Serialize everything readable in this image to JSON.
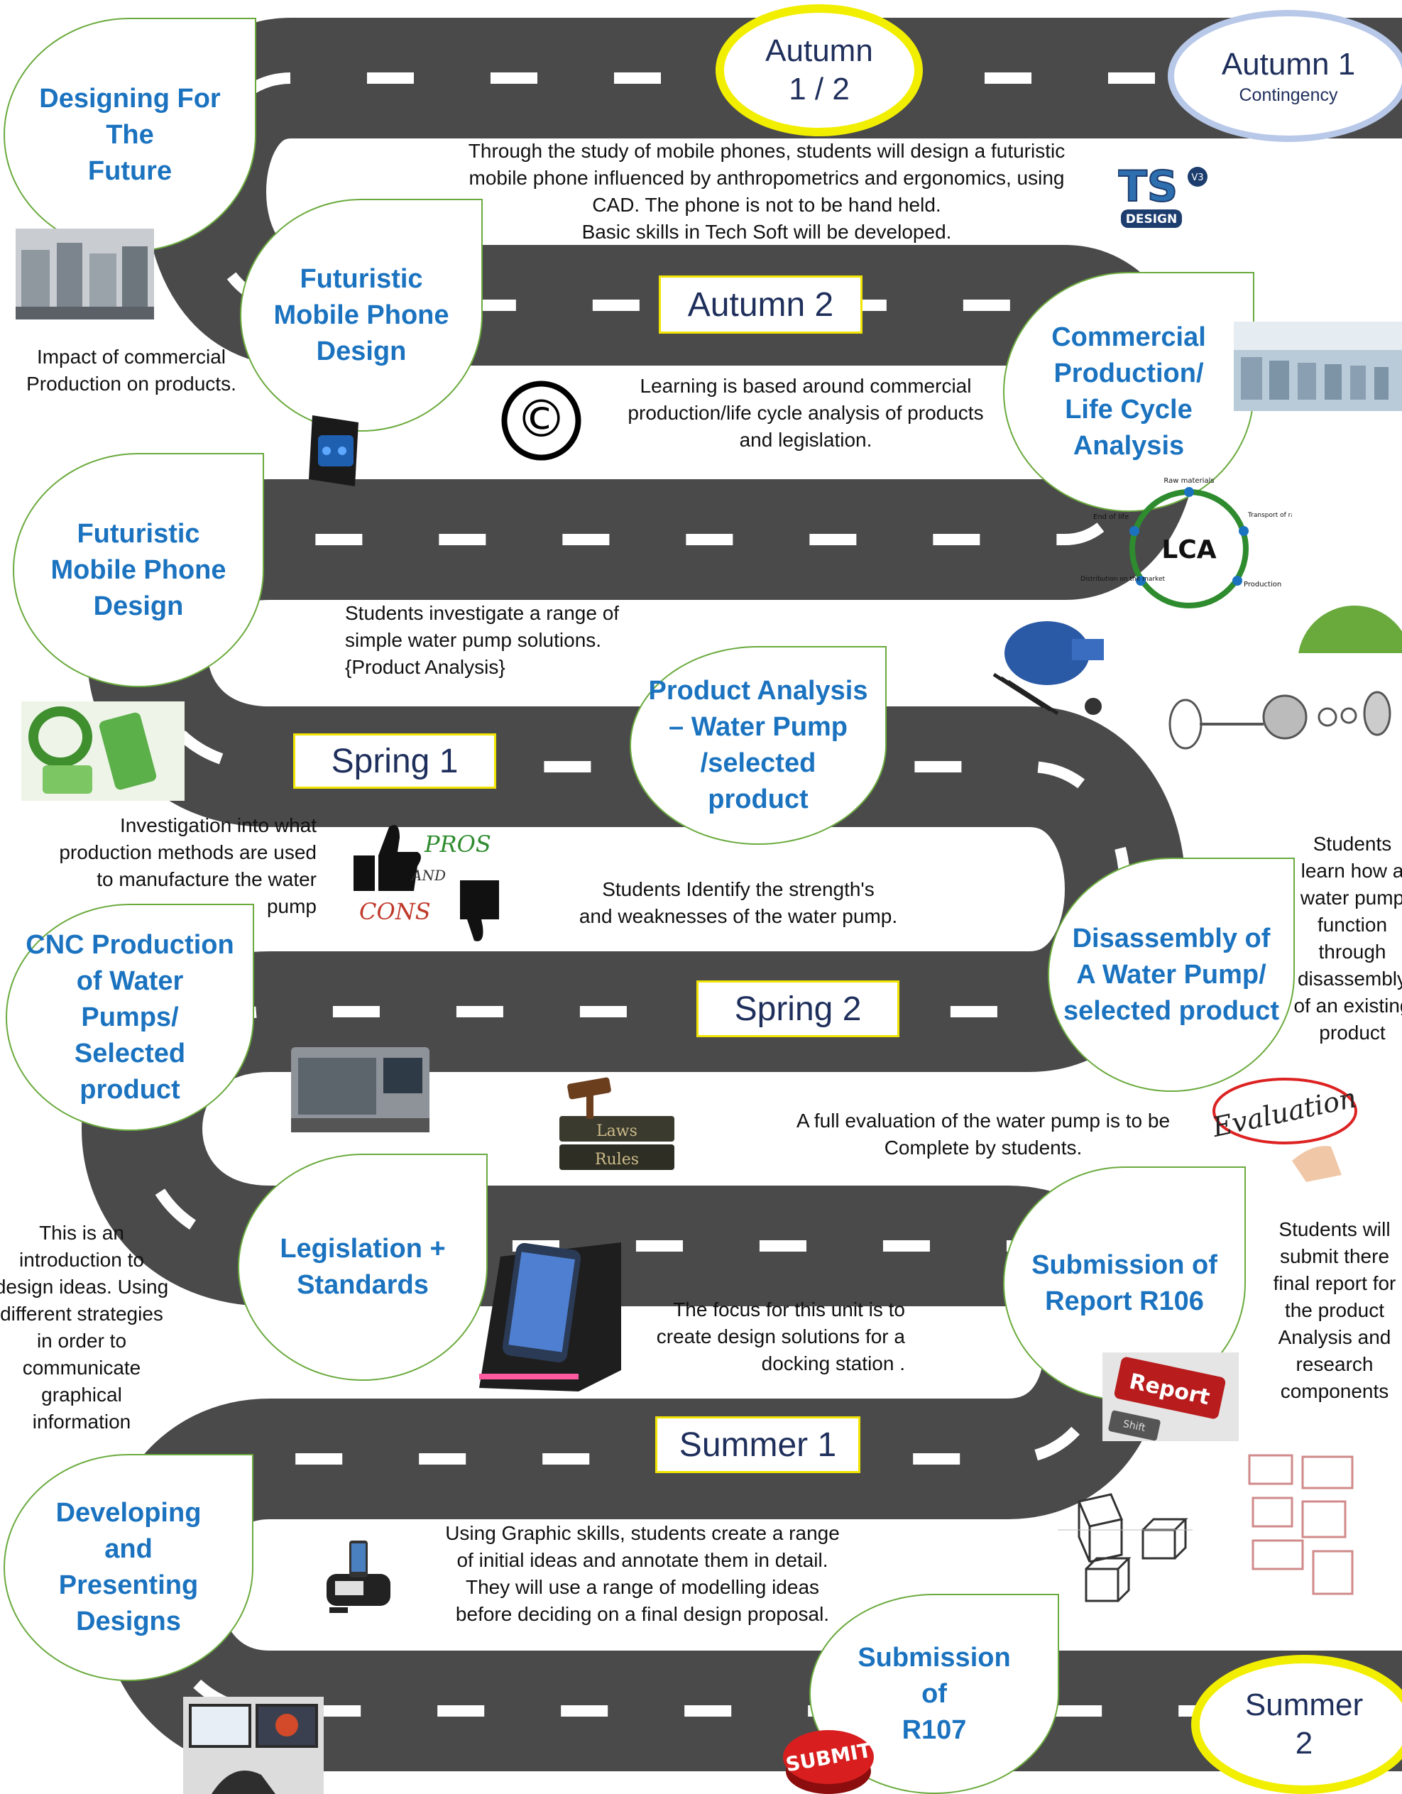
{
  "terms": {
    "autumn12": {
      "line1": "Autumn",
      "line2": "1 / 2"
    },
    "autumn1": {
      "title": "Autumn 1",
      "subtitle": "Contingency"
    },
    "autumn2": "Autumn 2",
    "spring1": "Spring 1",
    "spring2": "Spring 2",
    "summer1": "Summer 1",
    "summer2": {
      "line1": "Summer",
      "line2": "2"
    }
  },
  "units": {
    "designing_future": "Designing For The\nFuture",
    "futuristic_phone_1": "Futuristic\nMobile Phone\nDesign",
    "commercial_production": "Commercial\nProduction/\nLife Cycle\nAnalysis",
    "futuristic_phone_2": "Futuristic\nMobile Phone\nDesign",
    "product_analysis": "Product Analysis\n– Water Pump\n/selected\nproduct",
    "cnc_production": "CNC Production\nof Water\nPumps/\nSelected\nproduct",
    "disassembly": "Disassembly of\nA Water Pump/\nselected product",
    "legislation": "Legislation +\nStandards",
    "submission_r106": "Submission of\nReport R106",
    "developing_designs": "Developing\nand\nPresenting\nDesigns",
    "submission_r107": "Submission\nof\nR107"
  },
  "descriptions": {
    "autumn1_text": [
      "Through the study of mobile phones, students will design a futuristic",
      "mobile phone influenced by anthropometrics and ergonomics, using",
      "CAD. The phone is not to be hand held.",
      "Basic skills in Tech Soft will be developed."
    ],
    "impact_text": [
      "Impact of commercial",
      "Production on products."
    ],
    "commercial_text": [
      "Learning is based around commercial",
      "production/life cycle analysis of products",
      "and legislation."
    ],
    "water_pump_text": [
      "Students investigate a range of",
      "simple water pump solutions.",
      "{Product Analysis}"
    ],
    "production_methods_text": [
      "Investigation into what",
      "production methods are used",
      "to manufacture the water",
      "pump"
    ],
    "strengths_text": [
      "Students Identify the strength's",
      "and weaknesses of the water pump."
    ],
    "disassembly_text": [
      "Students",
      "learn how a",
      "water pump",
      "function",
      "through",
      "disassembly",
      "of an existing",
      "product"
    ],
    "evaluation_text": [
      "A full evaluation of the water pump is to be",
      "Complete by students."
    ],
    "intro_design_text": [
      "This is an",
      "introduction to",
      "design ideas. Using",
      "different strategies",
      "in order to",
      "communicate",
      "graphical",
      "information"
    ],
    "docking_text": [
      "The focus for this unit is to",
      "create design solutions for a",
      "docking station ."
    ],
    "report_text": [
      "Students will",
      "submit there",
      "final report for",
      "the product",
      "Analysis and",
      "research",
      "components"
    ],
    "graphic_text": [
      "Using Graphic skills, students create a range",
      "of initial ideas and annotate them in detail.",
      "They will use a range of modelling ideas",
      "before deciding on a final design proposal."
    ]
  },
  "logos": {
    "ts_design": {
      "main": "TS",
      "sub": "DESIGN",
      "badge": "V3"
    },
    "copyright": "©",
    "lca": {
      "center": "LCA",
      "raw": "Raw materials",
      "transport": "Transport of raw materials",
      "production": "Production",
      "distribution": "Distribution on the market",
      "end": "End of life"
    },
    "pros_cons": {
      "pros": "PROS",
      "and": "AND",
      "cons": "CONS"
    },
    "laws_rules": {
      "top": "Laws",
      "bottom": "Rules"
    },
    "evaluation": "Evaluation",
    "report_key": "Report",
    "report_key_side": "Shift",
    "submit": "SUBMIT"
  },
  "colors": {
    "road": "#4a4a4a",
    "road_marking": "#ffffff",
    "leaf_border": "#6aaa3d",
    "unit_title": "#1b73c0",
    "term_text": "#1f2f5c",
    "term_border": "#f0e400",
    "oval_border_autumn1": "#b8c8e8"
  }
}
